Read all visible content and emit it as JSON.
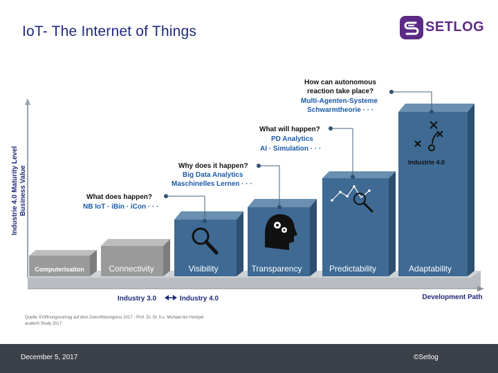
{
  "slide": {
    "title": "IoT- The Internet of Things",
    "logo_text": "SETLOG",
    "source_line1": "Quelle: Eröffnungsvortrag auf dem Zukunftskongress 2017 - Prof. Dr. Dr. h.c. Michael ten Hompel",
    "source_line2": "acatech Study 2017",
    "footer_date": "December 5, 2017",
    "footer_copyright": "©Setlog"
  },
  "diagram": {
    "y_axis_line1": "Industrie 4.0 Maturity Level",
    "y_axis_line2": "Business Value",
    "x_axis_label": "Development Path",
    "industry_left": "Industry 3.0",
    "industry_right": "Industry 4.0",
    "stage_labels": [
      "Computerisation",
      "Connectivity",
      "Visibility",
      "Transparency",
      "Predictability",
      "Adaptability"
    ],
    "industrie_tag": "Industrie 4.0",
    "callouts": [
      {
        "question": "What does happen?",
        "lines": [
          "NB IoT · iBin · iCon · · ·"
        ]
      },
      {
        "question": "Why does it happen?",
        "lines": [
          "Big Data Analytics",
          "Maschinelles Lernen · · ·"
        ]
      },
      {
        "question": "What will happen?",
        "lines": [
          "PD Analytics",
          "AI · Simulation · · ·"
        ]
      },
      {
        "question": "How can autonomous",
        "question2": "reaction take place?",
        "lines": [
          "Multi-Agenten-Systeme",
          "Schwarmtheorie · · ·"
        ]
      }
    ]
  },
  "colors": {
    "title": "#1f2a7a",
    "logo": "#5b2a86",
    "gray_bar": "#9a9a9a",
    "blue_bar": "#3e6a93",
    "callout_blue": "#1b5aa8",
    "footer": "#3c4149"
  }
}
